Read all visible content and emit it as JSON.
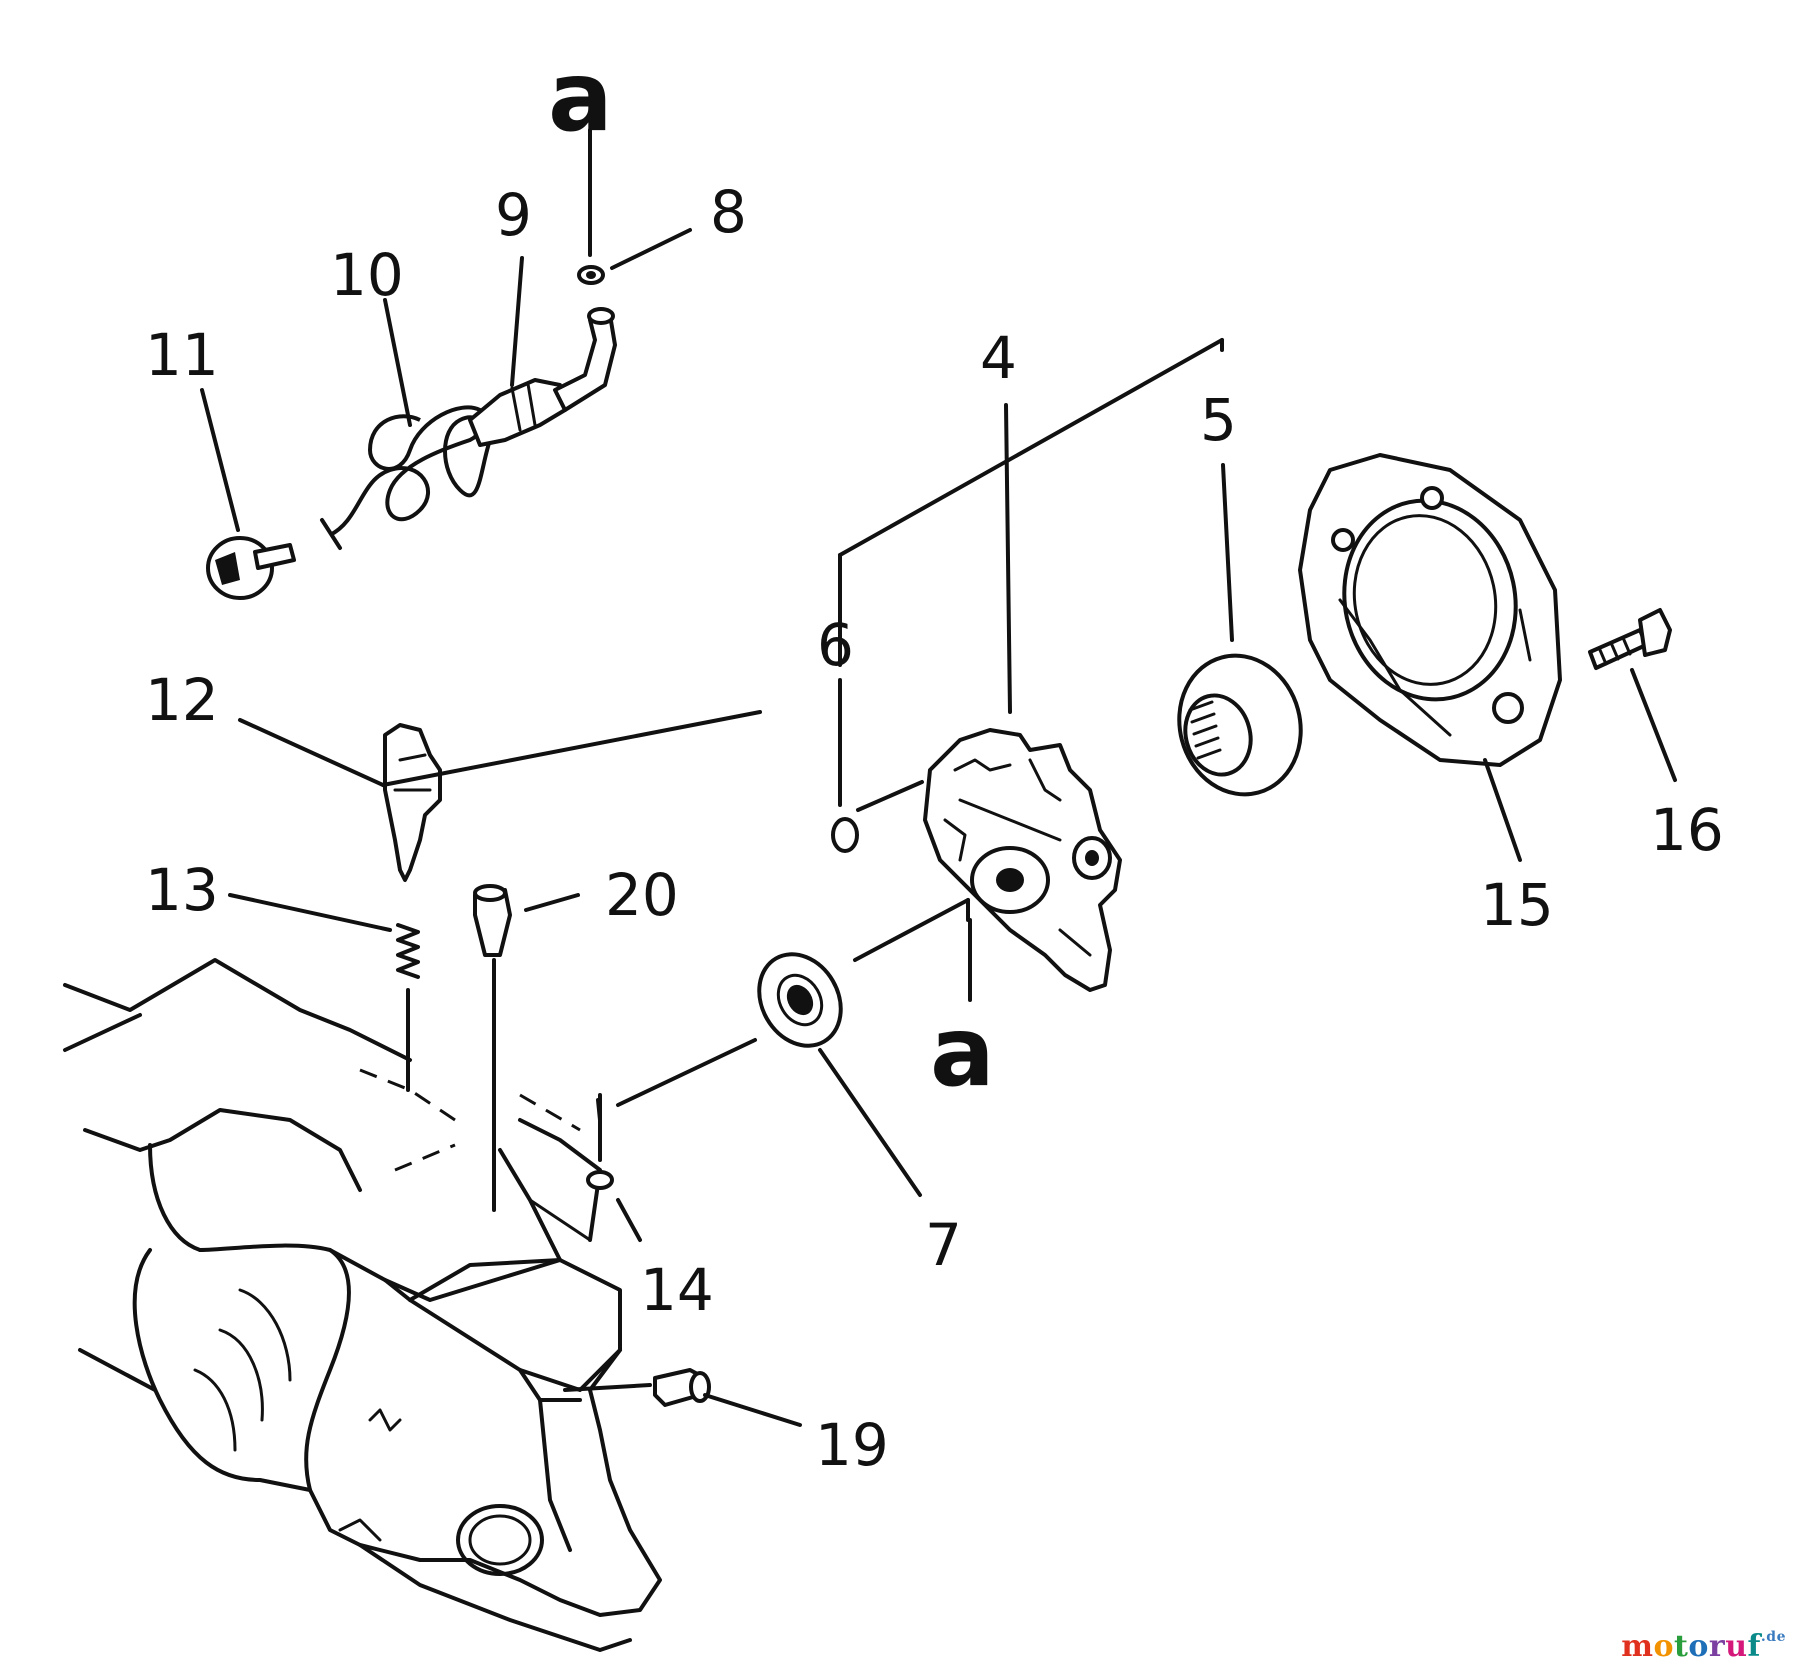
{
  "labels": {
    "a_top": "a",
    "a_mid": "a",
    "p4": "4",
    "p5": "5",
    "p6": "6",
    "p7": "7",
    "p8": "8",
    "p9": "9",
    "p10": "10",
    "p11": "11",
    "p12": "12",
    "p13": "13",
    "p14": "14",
    "p15": "15",
    "p16": "16",
    "p19": "19",
    "p20": "20"
  },
  "watermark": {
    "m": "m",
    "o1": "o",
    "t": "t",
    "o2": "o",
    "r": "r",
    "u": "u",
    "f": "f",
    "tld": ".de",
    "colors": [
      "#e0301e",
      "#f39200",
      "#2a9d3c",
      "#1f6fb8",
      "#7a3fa0",
      "#d4197b",
      "#0b8a8a"
    ]
  }
}
